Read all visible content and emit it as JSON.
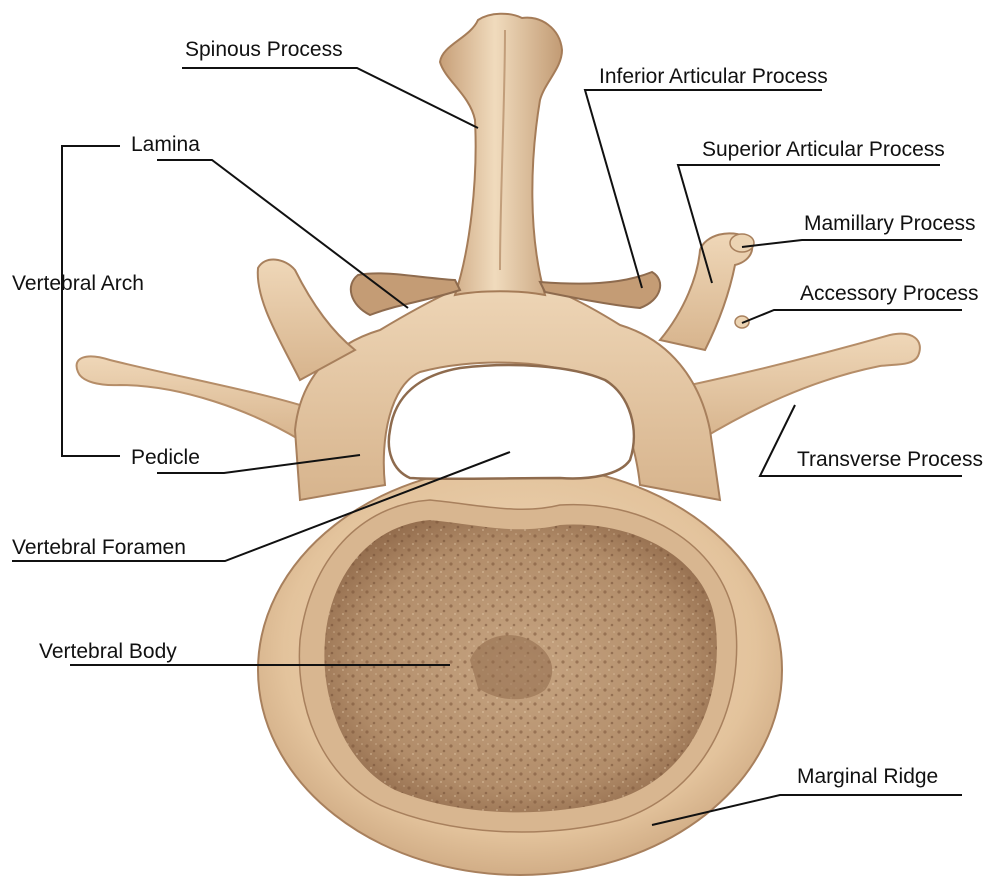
{
  "diagram": {
    "colors": {
      "bone": "#e6c8a3",
      "bone_light": "#f1dcbf",
      "bone_shadow": "#b58d68",
      "bone_dark": "#7d5a3f",
      "spongy": "#b99574",
      "spongy_dark": "#7a5438",
      "leader": "#111111",
      "background": "#ffffff"
    },
    "labels": {
      "spinous_process": "Spinous Process",
      "inferior_articular_process": "Inferior Articular Process",
      "lamina": "Lamina",
      "superior_articular_process": "Superior Articular Process",
      "mamillary_process": "Mamillary Process",
      "vertebral_arch": "Vertebral Arch",
      "accessory_process": "Accessory Process",
      "pedicle": "Pedicle",
      "transverse_process": "Transverse Process",
      "vertebral_foramen": "Vertebral Foramen",
      "vertebral_body": "Vertebral Body",
      "marginal_ridge": "Marginal Ridge"
    }
  }
}
